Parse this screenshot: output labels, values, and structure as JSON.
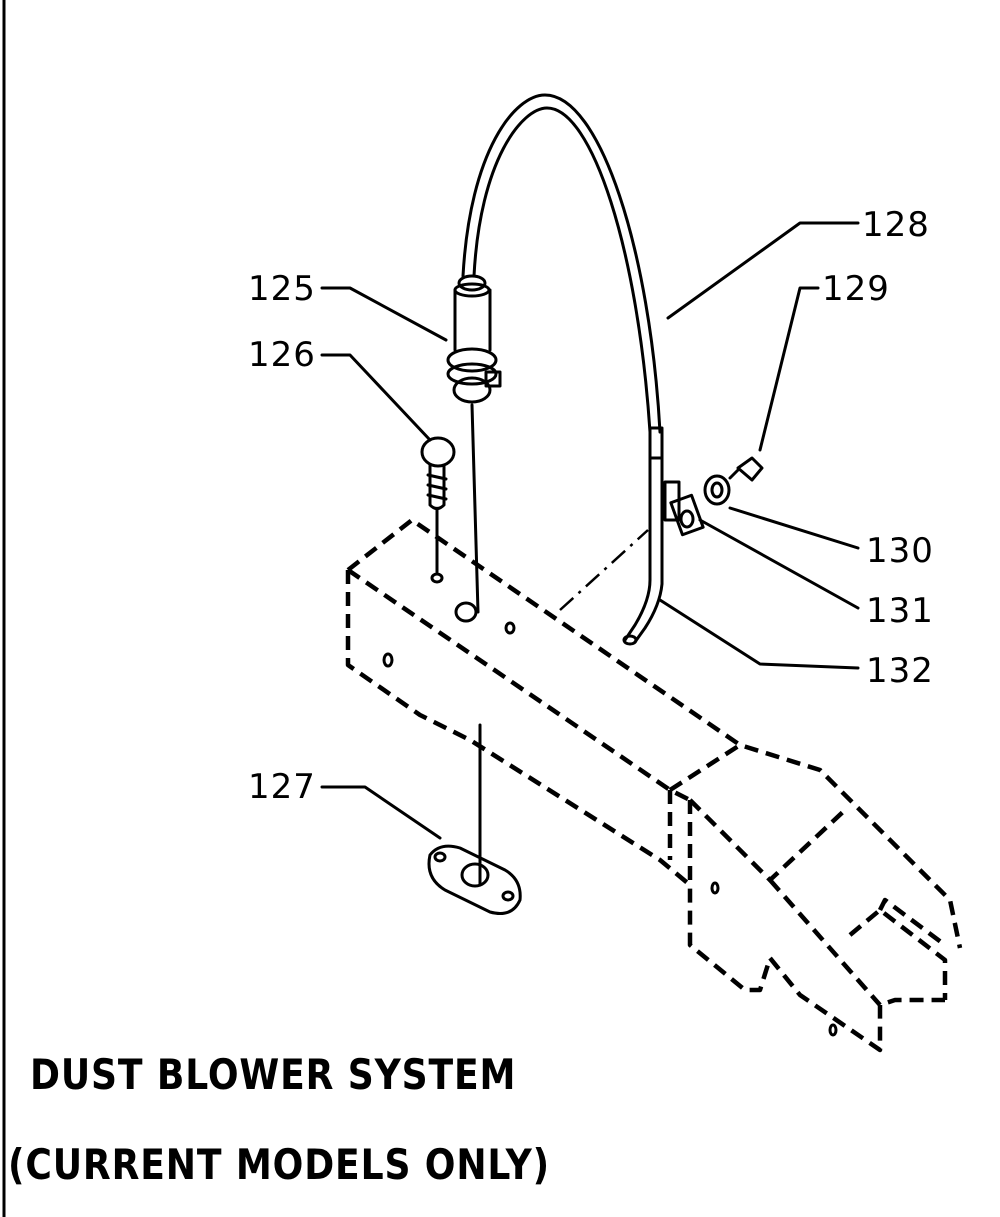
{
  "diagram": {
    "title": "DUST BLOWER SYSTEM",
    "subtitle": "(CURRENT MODELS ONLY)",
    "part_labels": [
      "125",
      "126",
      "127",
      "128",
      "129",
      "130",
      "131",
      "132"
    ]
  }
}
